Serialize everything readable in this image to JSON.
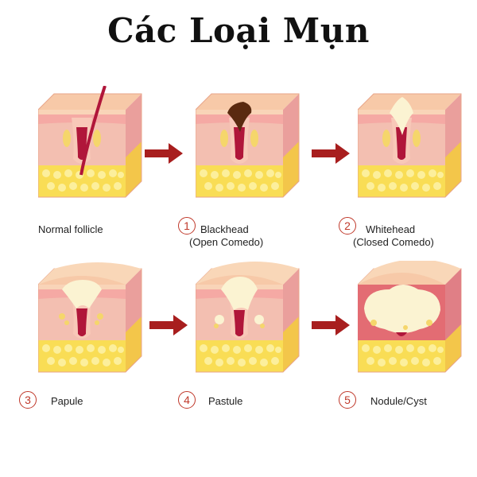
{
  "title": "Các Loại Mụn",
  "colors": {
    "skin_top": "#f7c9a8",
    "skin_side": "#e99a9a",
    "dermis": "#f4c1b5",
    "fat": "#f9d84a",
    "follicle": "#b0163a",
    "pus": "#fbf3d2",
    "sebum": "#f5d66b",
    "blackhead": "#5a2a10",
    "arrow": "#a81e1e",
    "badge": "#c0392b"
  },
  "stages": [
    {
      "id": "normal",
      "number": "",
      "label": "Normal follicle",
      "sublabel": ""
    },
    {
      "id": "blackhead",
      "number": "1",
      "label": "Blackhead",
      "sublabel": "(Open Comedo)"
    },
    {
      "id": "whitehead",
      "number": "2",
      "label": "Whitehead",
      "sublabel": "(Closed Comedo)"
    },
    {
      "id": "papule",
      "number": "3",
      "label": "Papule",
      "sublabel": ""
    },
    {
      "id": "pastule",
      "number": "4",
      "label": "Pastule",
      "sublabel": ""
    },
    {
      "id": "nodule",
      "number": "5",
      "label": "Nodule/Cyst",
      "sublabel": ""
    }
  ]
}
